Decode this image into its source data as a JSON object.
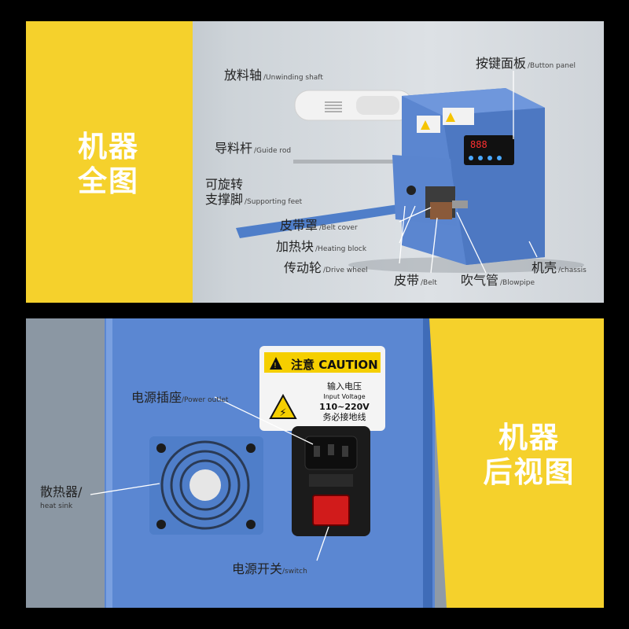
{
  "top_panel": {
    "title_line1": "机器",
    "title_line2": "全图",
    "labels": {
      "unwinding_zh": "放料轴",
      "unwinding_en": "/Unwinding shaft",
      "button_zh": "按键面板",
      "button_en": "/Button panel",
      "guide_zh": "导料杆",
      "guide_en": "/Guide rod",
      "feet_zh1": "可旋转",
      "feet_zh2": "支撑脚",
      "feet_en": "/Supporting feet",
      "beltcover_zh": "皮带罩",
      "beltcover_en": "/Belt cover",
      "heating_zh": "加热块",
      "heating_en": "/Heating block",
      "drive_zh": "传动轮",
      "drive_en": "/Drive wheel",
      "belt_zh": "皮带",
      "belt_en": "/Belt",
      "blow_zh": "吹气管",
      "blow_en": "/Blowpipe",
      "chassis_zh": "机壳",
      "chassis_en": "/chassis"
    }
  },
  "bottom_panel": {
    "title_line1": "机器",
    "title_line2": "后视图",
    "sticker": {
      "caution_zh": "注意",
      "caution_en": "CAUTION",
      "voltage_zh": "输入电压",
      "voltage_en": "Input Voltage",
      "range": "110~220V",
      "ground": "务必接地线"
    },
    "labels": {
      "outlet_zh": "电源插座",
      "outlet_en": "/Power outlet",
      "sink_zh": "散热器/",
      "sink_en": "heat sink",
      "switch_zh": "电源开关",
      "switch_en": "/switch"
    }
  },
  "colors": {
    "accent_yellow": "#f5d12c",
    "machine_blue": "#5b86d0"
  }
}
